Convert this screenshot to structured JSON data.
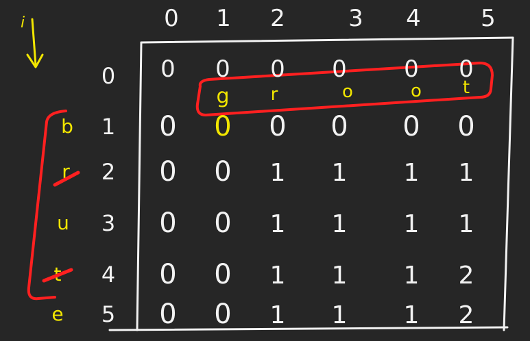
{
  "axis": {
    "i_label": "i",
    "column_indices": [
      "0",
      "1",
      "2",
      "3",
      "4",
      "5"
    ],
    "row_indices": [
      "0",
      "1",
      "2",
      "3",
      "4",
      "5"
    ]
  },
  "target_string": {
    "letters": [
      "g",
      "r",
      "o",
      "o",
      "t"
    ]
  },
  "source_string": {
    "letters": [
      "b",
      "r",
      "u",
      "t",
      "e"
    ]
  },
  "table": {
    "rows": [
      [
        "0",
        "0",
        "0",
        "0",
        "0",
        "0"
      ],
      [
        "0",
        "0",
        "0",
        "0",
        "0",
        "0"
      ],
      [
        "0",
        "0",
        "1",
        "1",
        "1",
        "1"
      ],
      [
        "0",
        "0",
        "1",
        "1",
        "1",
        "1"
      ],
      [
        "0",
        "0",
        "1",
        "1",
        "1",
        "2"
      ],
      [
        "0",
        "0",
        "1",
        "1",
        "1",
        "2"
      ]
    ]
  },
  "colors": {
    "background": "#262626",
    "chalk": "#f2f2f2",
    "yellow": "#f2e600",
    "red_highlight": "#ff2020"
  }
}
